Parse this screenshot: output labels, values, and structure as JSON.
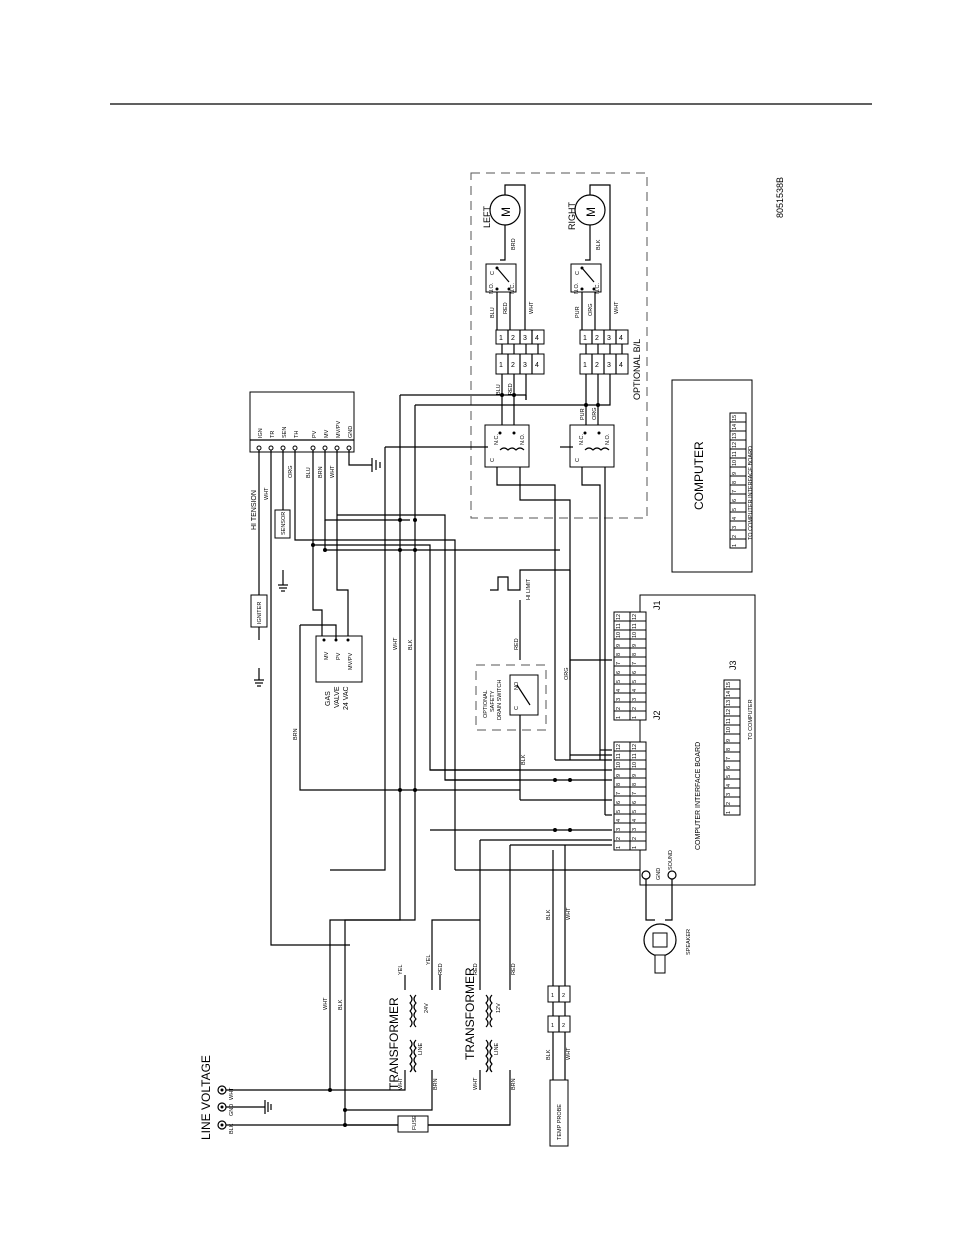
{
  "drawing_number": "8051538B",
  "line_voltage": {
    "title": "LINE VOLTAGE",
    "terminals": [
      "WHT",
      "GND",
      "BLK"
    ],
    "fuse": "FUSE"
  },
  "transformer_24v": {
    "title": "TRANSFORMER",
    "primary": "LINE",
    "secondary": "24V",
    "wires": [
      "WHT",
      "BRN",
      "YEL",
      "YEL",
      "RED"
    ]
  },
  "transformer_12v": {
    "title": "TRANSFORMER",
    "primary": "LINE",
    "secondary": "12V",
    "wires": [
      "WHT",
      "BRN",
      "RED",
      "RED"
    ]
  },
  "ignition_module": {
    "terminals": [
      "IGN",
      "TR",
      "SEN",
      "TH",
      "PV",
      "MV",
      "MV/PV",
      "GND"
    ],
    "wires": [
      "WHT",
      "ORG",
      "BLU",
      "BRN",
      "WHT"
    ]
  },
  "hi_tension": "HI TENSION",
  "sensor": "SENSOR",
  "igniter": "IGNITER",
  "gas_valve": {
    "title_lines": [
      "GAS",
      "VALVE",
      "24 VAC"
    ],
    "terminals": [
      "MV",
      "PV",
      "MV/PV"
    ]
  },
  "hi_limit": "HI LIMIT",
  "drain_switch": {
    "title_lines": [
      "OPTIONAL",
      "SAFETY",
      "DRAIN SWITCH"
    ],
    "contacts": [
      "NO",
      "C"
    ]
  },
  "wire_labels": {
    "wht": "WHT",
    "blk": "BLK",
    "brn": "BRN",
    "red": "RED",
    "org": "ORG"
  },
  "basket_lift": {
    "label": "OPTIONAL B/L",
    "left_motor": "LEFT",
    "right_motor": "RIGHT",
    "motor_symbol": "M",
    "relay_contacts": [
      "N.C.",
      "C",
      "N.O."
    ],
    "switch_contacts": [
      "N.O.",
      "C",
      "N.C."
    ],
    "left_wires": [
      "BLU",
      "RED",
      "WHT",
      "BRD"
    ],
    "right_wires": [
      "PUR",
      "ORG",
      "WHT",
      "BLK"
    ],
    "pins": [
      "1",
      "2",
      "3",
      "4"
    ]
  },
  "computer": {
    "title": "COMPUTER",
    "connector_label": "TO COMPUTER INTERFACE BOARD",
    "pins": [
      "1",
      "2",
      "3",
      "4",
      "5",
      "6",
      "7",
      "8",
      "9",
      "10",
      "11",
      "12",
      "13",
      "14",
      "15"
    ]
  },
  "interface_board": {
    "title": "COMPUTER INTERFACE BOARD",
    "j1": "J1",
    "j2": "J2",
    "j3": "J3",
    "j3_label": "TO COMPUTER",
    "j1_pins": [
      "1",
      "2",
      "3",
      "4",
      "5",
      "6",
      "7",
      "8",
      "9",
      "10",
      "11",
      "12"
    ],
    "j2_pins": [
      "1",
      "2",
      "3",
      "4",
      "5",
      "6",
      "7",
      "8",
      "9",
      "10",
      "11",
      "12"
    ],
    "j3_pins": [
      "1",
      "2",
      "3",
      "4",
      "5",
      "6",
      "7",
      "8",
      "9",
      "10",
      "11",
      "12",
      "13",
      "14",
      "15"
    ],
    "sound_terminals": [
      "GND",
      "SOUND"
    ]
  },
  "speaker": "SPEAKER",
  "temp_probe": {
    "label": "TEMP PROBE",
    "wires": [
      "BLK",
      "WHT"
    ],
    "pins": [
      "1",
      "2"
    ]
  }
}
